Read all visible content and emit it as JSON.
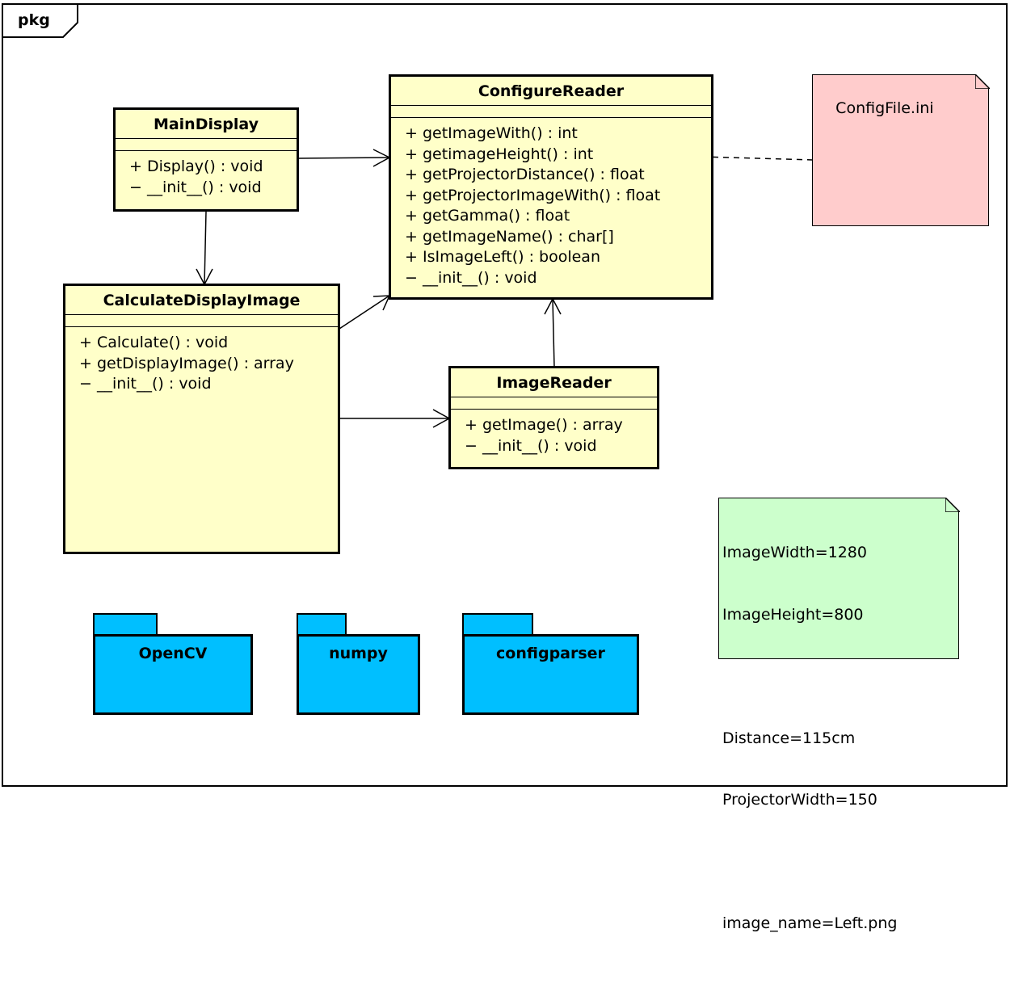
{
  "frame": {
    "label": "pkg"
  },
  "classes": {
    "configure_reader": {
      "name": "ConfigureReader",
      "operations": [
        "+ getImageWith() : int",
        "+ getimageHeight() : int",
        "+ getProjectorDistance() : float",
        "+ getProjectorImageWith() : float",
        "+ getGamma() : float",
        "+ getImageName() : char[]",
        "+ IsImageLeft() : boolean",
        "− __init__() : void"
      ]
    },
    "main_display": {
      "name": "MainDisplay",
      "operations": [
        "+ Display() : void",
        "− __init__() : void"
      ]
    },
    "calculate_display_image": {
      "name": "CalculateDisplayImage",
      "operations": [
        "+ Calculate() : void",
        "+ getDisplayImage() : array",
        "− __init__() : void"
      ]
    },
    "image_reader": {
      "name": "ImageReader",
      "operations": [
        "+ getImage() : array",
        "− __init__() : void"
      ]
    }
  },
  "notes": {
    "config_file": {
      "text": "ConfigFile.ini",
      "color": "#ffcccc"
    },
    "config_values": {
      "lines": [
        "ImageWidth=1280",
        "ImageHeight=800",
        "",
        "Distance=115cm",
        "ProjectorWidth=150",
        "",
        "image_name=Left.png"
      ],
      "color": "#ccffcc"
    }
  },
  "packages": {
    "opencv": {
      "name": "OpenCV"
    },
    "numpy": {
      "name": "numpy"
    },
    "configparser": {
      "name": "configparser"
    }
  },
  "colors": {
    "class_fill": "#ffffc9",
    "package_fill": "#00bfff",
    "line": "#000000"
  }
}
